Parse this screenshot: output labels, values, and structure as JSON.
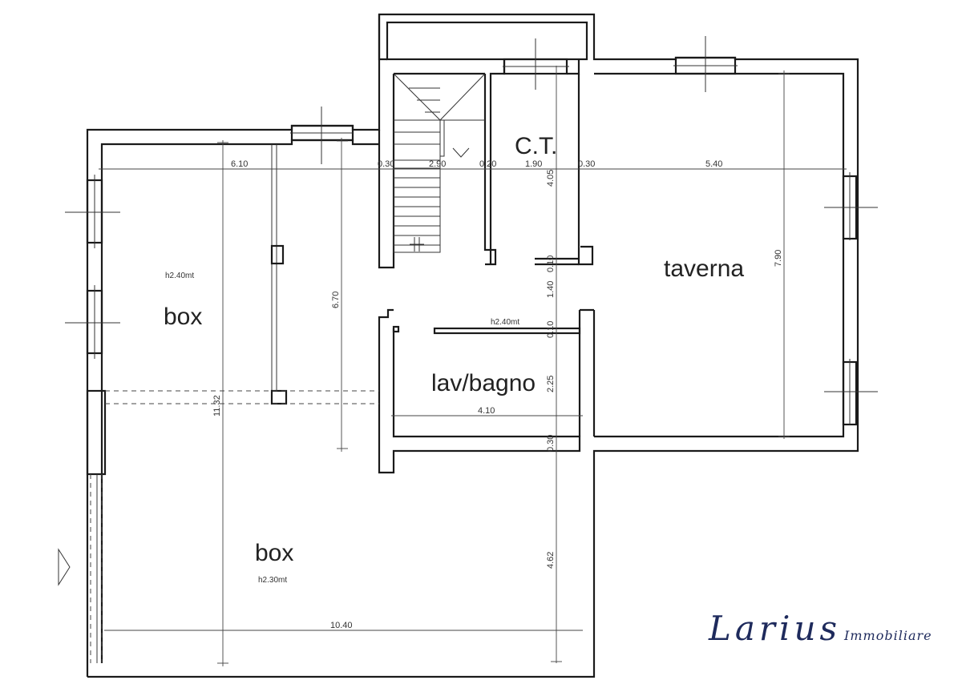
{
  "rooms": {
    "box_top": "box",
    "box_bottom": "box",
    "ct": "C.T.",
    "taverna": "taverna",
    "lav_bagno": "lav/bagno"
  },
  "heights": {
    "box_top": "h2.40mt",
    "box_bottom": "h2.30mt",
    "lav_bagno": "h2.40mt"
  },
  "dimensions": {
    "d_610": "6.10",
    "d_030a": "0.30",
    "d_290": "2.90",
    "d_020": "0.20",
    "d_190": "1.90",
    "d_030b": "0.30",
    "d_540": "5.40",
    "d_405": "4.05",
    "d_010a": "0.10",
    "d_140": "1.40",
    "d_010b": "0.10",
    "d_225": "2.25",
    "d_030c": "0.30",
    "d_462": "4.62",
    "d_790": "7.90",
    "d_670": "6.70",
    "d_1132": "11.32",
    "d_410": "4.10",
    "d_1040": "10.40"
  },
  "logo": {
    "name": "Larius",
    "sub": "Immobiliare"
  }
}
